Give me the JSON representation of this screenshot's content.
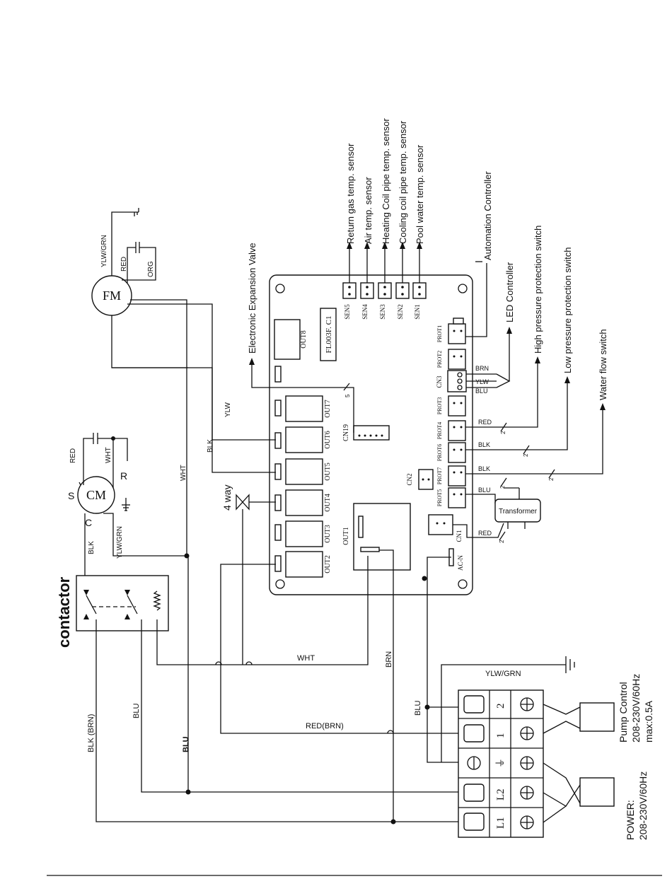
{
  "board": {
    "model": "FL003F. C1",
    "outputs": [
      "OUT8",
      "OUT7",
      "OUT6",
      "OUT5",
      "OUT4",
      "OUT3",
      "OUT2",
      "OUT1"
    ],
    "sensors": [
      "SEN5",
      "SEN4",
      "SEN3",
      "SEN2",
      "SEN1"
    ],
    "prot": [
      "PROT1",
      "PROT2",
      "PROT3",
      "PROT4",
      "PROT6",
      "PROT7",
      "PROT5"
    ],
    "connectors": {
      "cn3": "CN3",
      "cn19": "CN19",
      "cn2": "CN2",
      "cn1": "CN1",
      "acn": "AC-N"
    }
  },
  "sensor_labels": [
    "Return gas temp. sensor",
    "Air temp. sensor",
    "Heating Coil pipe temp. sensor",
    "Cooling coil pipe temp. sensor",
    "Pool water temp. sensor"
  ],
  "labels": {
    "eev": "Electronic Expansion Valve",
    "automation": "Automation Controller",
    "led": "LED Controller",
    "hps": "High pressure protection switch",
    "lps": "Low pressure protection switch",
    "wfs": "Water flow switch",
    "transformer": "Transformer",
    "contactor": "contactor",
    "four_way": "4 way",
    "fm": "FM",
    "cm": "CM",
    "s": "S",
    "c": "C",
    "r": "R",
    "power_title": "POWER:",
    "power_rating": "208-230V/60Hz",
    "pump_title": "Pump Control",
    "pump_rating": "208-230V/60Hz",
    "pump_max": "max:0.5A"
  },
  "terminals": [
    "L1",
    "L2",
    "⏚",
    "1",
    "2"
  ],
  "wires": {
    "ylw_grn": "YLW/GRN",
    "red": "RED",
    "org": "ORG",
    "wht": "WHT",
    "blk": "BLK",
    "ylw": "YLW",
    "brn": "BRN",
    "blu": "BLU",
    "red_brn": "RED(BRN)",
    "blk_brn": "BLK (BRN)",
    "two": "2",
    "five": "5"
  }
}
